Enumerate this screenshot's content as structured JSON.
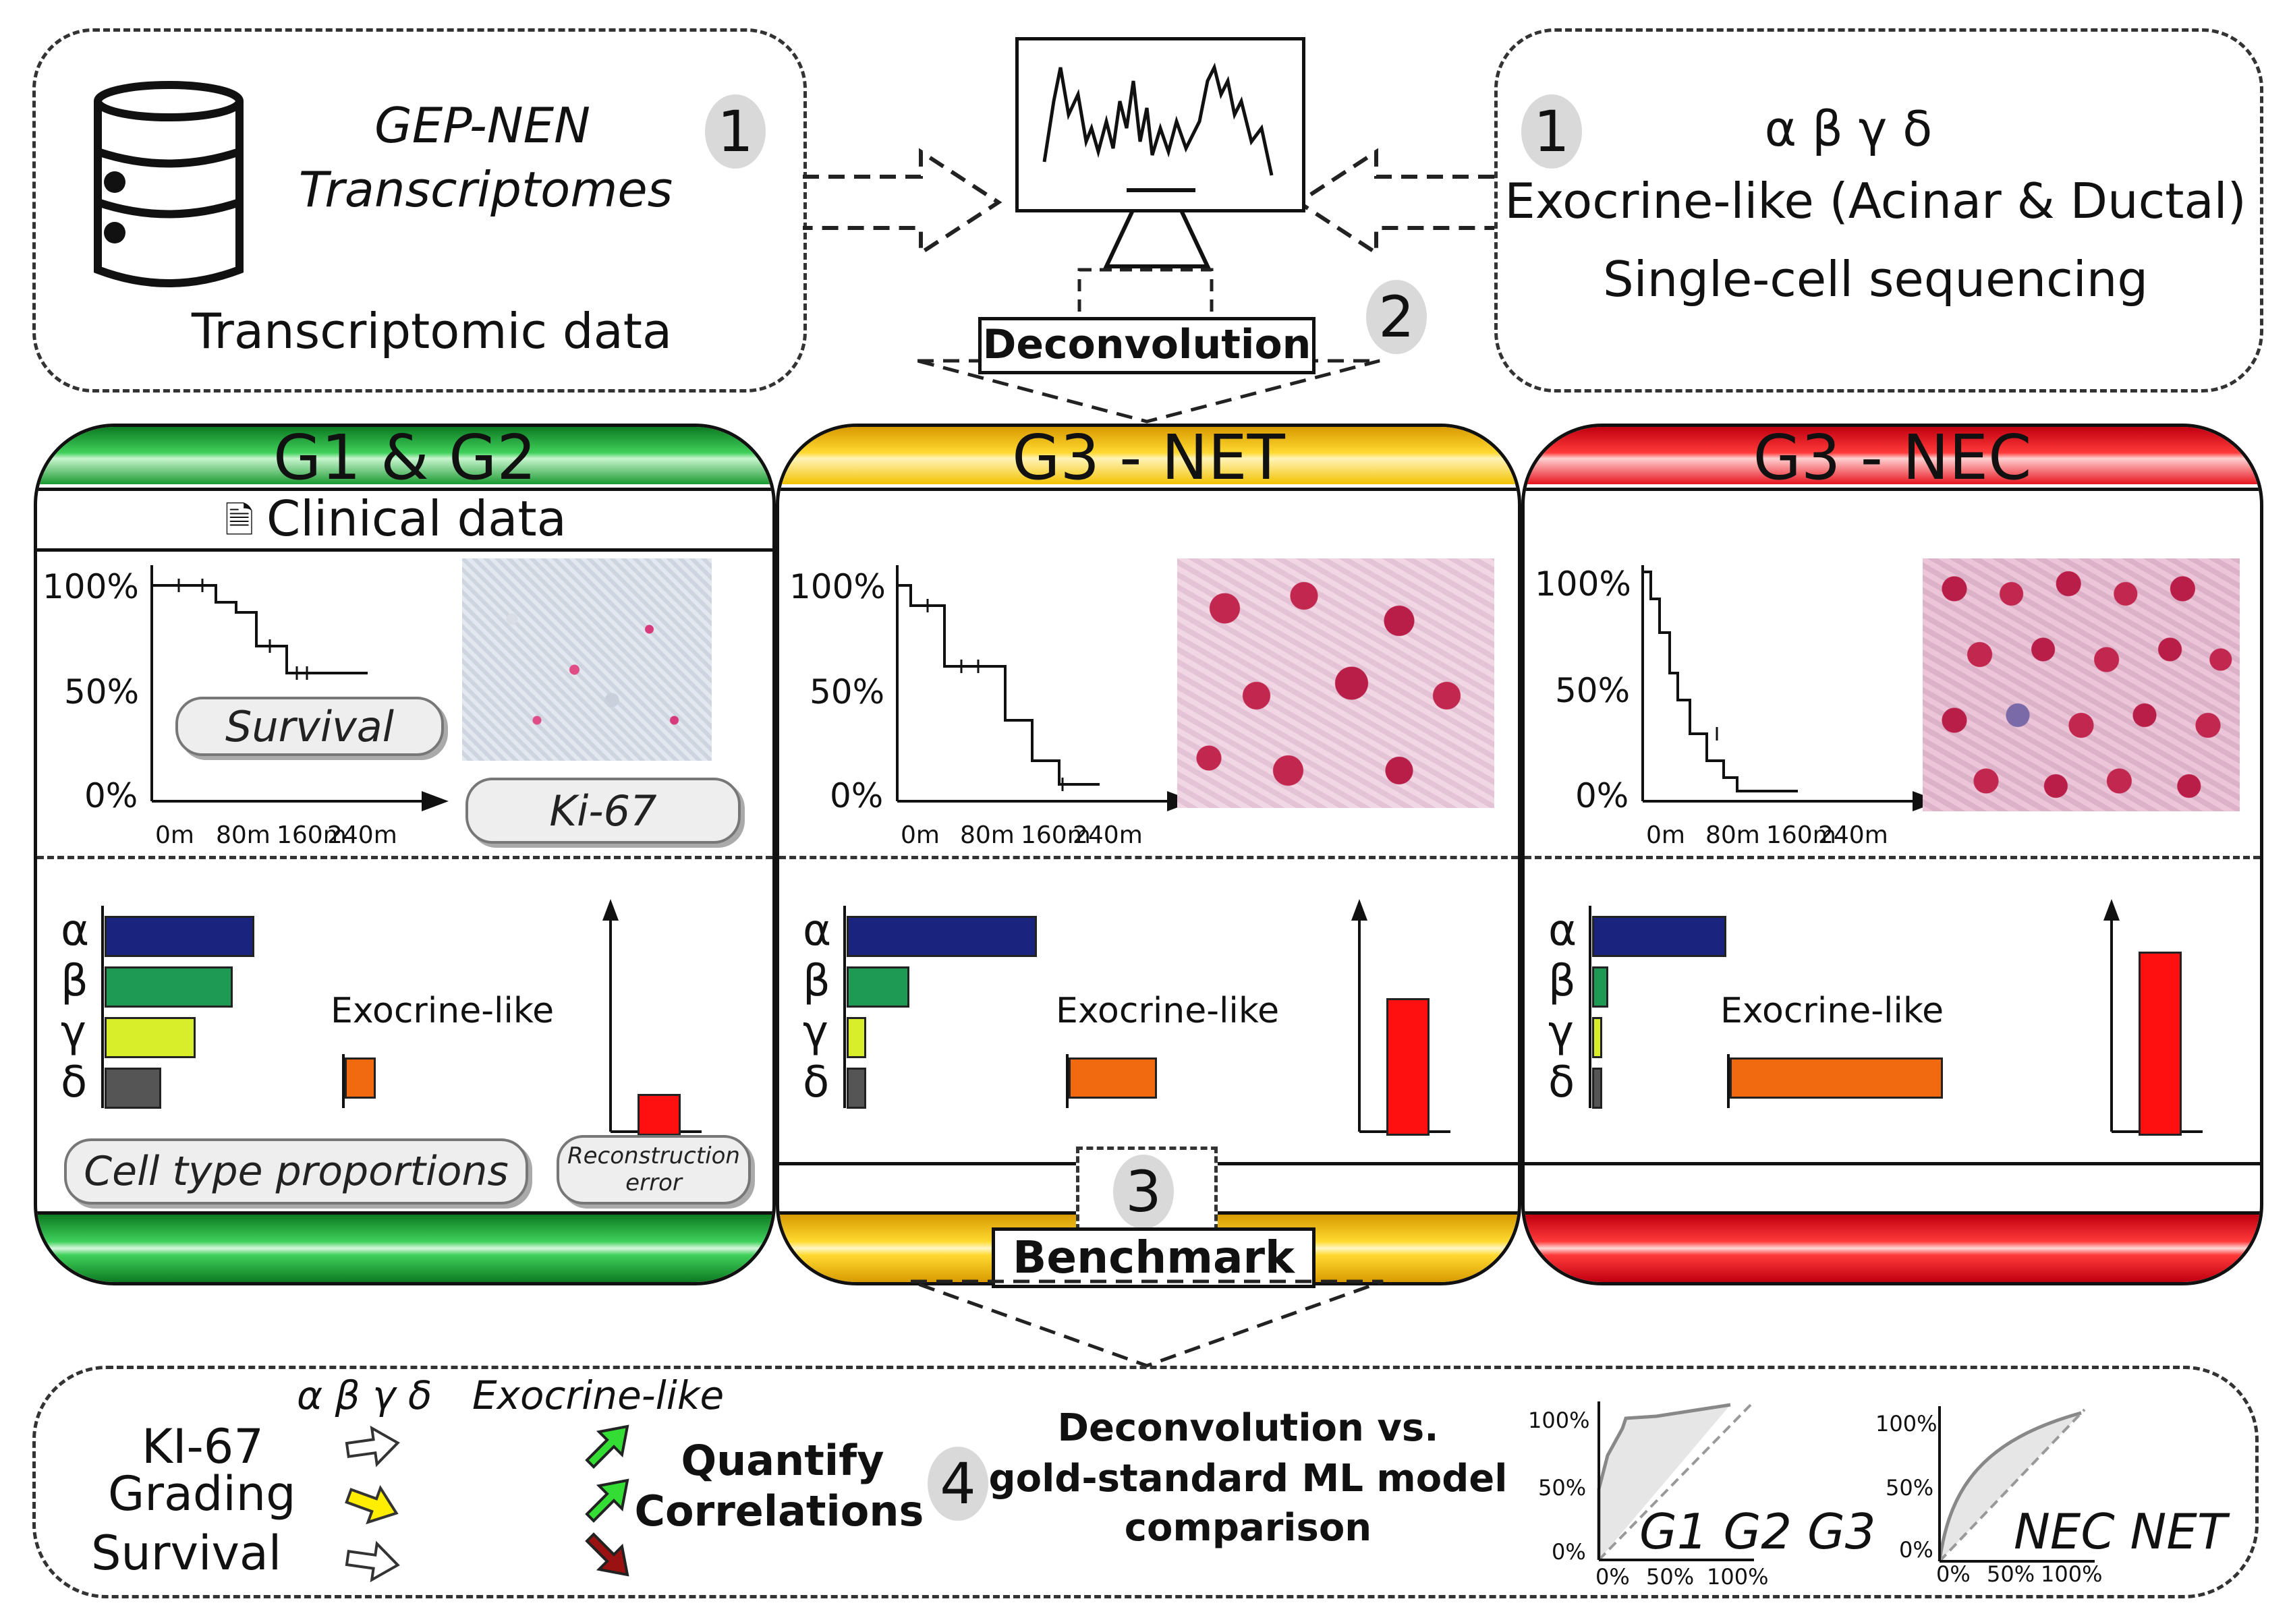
{
  "top": {
    "left_box": {
      "title_line1": "GEP-NEN",
      "title_line2": "Transcriptomes",
      "subtitle": "Transcriptomic data",
      "step": "1"
    },
    "right_box": {
      "line1": "α β γ δ",
      "line2": "Exocrine-like (Acinar & Ductal)",
      "line3": "Single-cell sequencing",
      "step": "1"
    },
    "center": {
      "deconvolution_label": "Deconvolution",
      "step": "2"
    }
  },
  "panels": [
    {
      "title": "G1 & G2",
      "color": "#1a9a30",
      "clinical_label": "Clinical data",
      "survival_label": "Survival",
      "ki67_label": "Ki-67",
      "y_ticks": [
        "100%",
        "50%",
        "0%"
      ],
      "x_ticks": [
        "0m",
        "80m",
        "160m",
        "240m"
      ],
      "exocrine_label": "Exocrine-like",
      "cell_labels": [
        "α",
        "β",
        "γ",
        "δ"
      ],
      "cell_props": [
        0.47,
        0.4,
        0.28,
        0.17
      ],
      "exocrine_prop": 0.08,
      "recon_error": 0.18,
      "cell_type_label": "Cell type proportions",
      "recon_label_line1": "Reconstruction",
      "recon_label_line2": "error"
    },
    {
      "title": "G3 - NET",
      "color": "#f2c200",
      "y_ticks": [
        "100%",
        "50%",
        "0%"
      ],
      "x_ticks": [
        "0m",
        "80m",
        "160m",
        "240m"
      ],
      "exocrine_label": "Exocrine-like",
      "cell_labels": [
        "α",
        "β",
        "γ",
        "δ"
      ],
      "cell_props": [
        0.6,
        0.19,
        0.05,
        0.05
      ],
      "exocrine_prop": 0.25,
      "recon_error": 0.64,
      "benchmark_label": "Benchmark",
      "step": "3"
    },
    {
      "title": "G3 - NEC",
      "color": "#e8141e",
      "y_ticks": [
        "100%",
        "50%",
        "0%"
      ],
      "x_ticks": [
        "0m",
        "80m",
        "160m",
        "240m"
      ],
      "exocrine_label": "Exocrine-like",
      "cell_labels": [
        "α",
        "β",
        "γ",
        "δ"
      ],
      "cell_props": [
        0.42,
        0.04,
        0.02,
        0.02
      ],
      "exocrine_prop": 0.62,
      "recon_error": 0.86
    }
  ],
  "bottom": {
    "header_cells": "α β γ δ",
    "header_exocrine": "Exocrine-like",
    "rows": [
      "KI-67",
      "Grading",
      "Survival"
    ],
    "arrow_colors_left": [
      "#ffffff",
      "#ffee00",
      "#ffffff"
    ],
    "arrow_colors_right": [
      "#33dd33",
      "#33dd33",
      "#991111"
    ],
    "quantify_line1": "Quantify",
    "quantify_line2": "Correlations",
    "step": "4",
    "comparison_line1": "Deconvolution vs.",
    "comparison_line2": "gold-standard ML model",
    "comparison_line3": "comparison",
    "roc1": {
      "y_ticks": [
        "100%",
        "50%",
        "0%"
      ],
      "x_ticks": [
        "0%",
        "50%",
        "100%"
      ],
      "label": "G1 G2 G3"
    },
    "roc2": {
      "y_ticks": [
        "100%",
        "50%",
        "0%"
      ],
      "x_ticks": [
        "0%",
        "50%",
        "100%"
      ],
      "label": "NEC NET"
    }
  }
}
